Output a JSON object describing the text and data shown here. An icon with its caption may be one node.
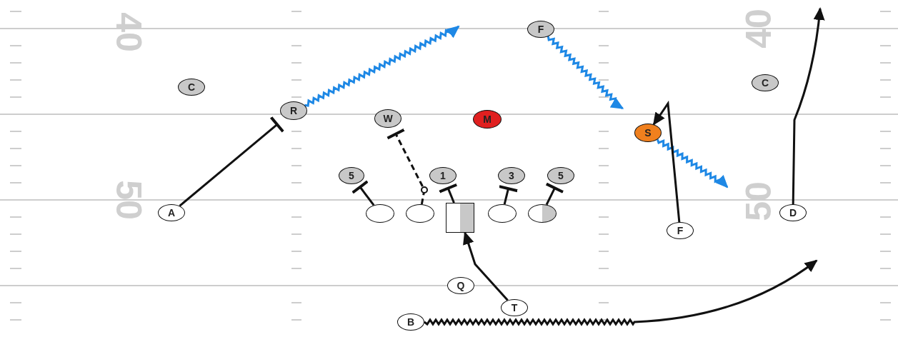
{
  "diagram": {
    "nodes": [
      {
        "text": [
          "F"
        ]
      },
      {
        "text": [
          "C"
        ]
      },
      {
        "text": [
          "C"
        ]
      },
      {
        "text": [
          "R"
        ]
      },
      {
        "text": [
          "W"
        ]
      },
      {
        "text": [
          "M"
        ]
      },
      {
        "text": [
          "S"
        ]
      },
      {
        "text": [
          "5"
        ]
      },
      {
        "text": [
          "1"
        ]
      },
      {
        "text": [
          "3"
        ]
      },
      {
        "text": [
          "5"
        ]
      },
      {
        "text": [
          "A"
        ]
      },
      {
        "text": [],
        "shape": "circle"
      },
      {
        "text": [],
        "shape": "circle"
      },
      {
        "text": [],
        "shape": "box"
      },
      {
        "text": [],
        "shape": "circle"
      },
      {
        "text": [],
        "shape": "circle"
      },
      {
        "text": [
          "D"
        ]
      },
      {
        "text": [
          "F"
        ]
      },
      {
        "text": [
          "Q"
        ]
      },
      {
        "text": [
          "T"
        ]
      },
      {
        "text": [
          "B"
        ]
      }
    ],
    "edges": [
      {
        "from": 11,
        "to": 3,
        "arrow": "other"
      },
      {
        "from": 3,
        "to": null,
        "arrow": "to",
        "color": "#1e88e5"
      },
      {
        "from": 0,
        "to": 6,
        "arrow": "to",
        "color": "#1e88e5"
      },
      {
        "from": 6,
        "to": null,
        "arrow": "to",
        "color": "#1e88e5"
      },
      {
        "from": 13,
        "to": 4,
        "arrow": "other",
        "style": "dashed"
      },
      {
        "from": 12,
        "to": 7,
        "arrow": "other"
      },
      {
        "from": 14,
        "to": 8,
        "arrow": "other"
      },
      {
        "from": 15,
        "to": 9,
        "arrow": "other"
      },
      {
        "from": 16,
        "to": 10,
        "arrow": "other"
      },
      {
        "from": 18,
        "to": 6,
        "arrow": "to"
      },
      {
        "from": 17,
        "to": null,
        "arrow": "to"
      },
      {
        "from": 20,
        "to": 14,
        "arrow": "to"
      },
      {
        "from": 21,
        "to": null,
        "arrow": "to"
      }
    ],
    "labels": [
      "40",
      "40",
      "50",
      "50"
    ]
  }
}
